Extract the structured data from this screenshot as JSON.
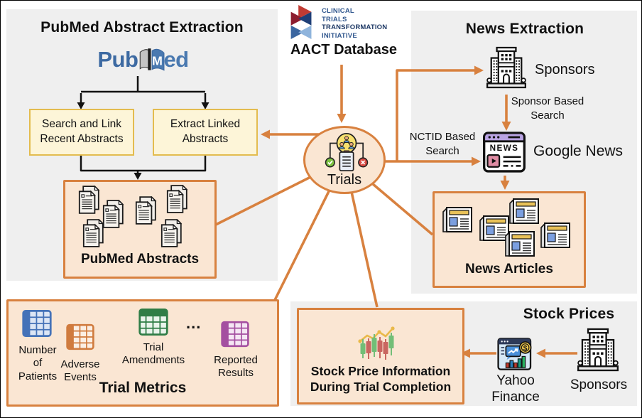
{
  "pubmed_panel": {
    "title": "PubMed Abstract Extraction",
    "logo_part1": "Pub",
    "logo_part2": "M",
    "logo_part3": "ed",
    "search_box_label": "Search and Link Recent Abstracts",
    "extract_box_label": "Extract Linked Abstracts",
    "abstracts_box_label": "PubMed Abstracts"
  },
  "aact": {
    "logo_lines": [
      "CLINICAL",
      "TRIALS",
      "TRANSFORMATION",
      "INITIATIVE"
    ],
    "label": "AACT Database"
  },
  "trials": {
    "label": "Trials"
  },
  "news_panel": {
    "title": "News Extraction",
    "sponsors_label": "Sponsors",
    "sponsor_search_lines": [
      "Sponsor Based",
      "Search"
    ],
    "nctid_search_lines": [
      "NCTID Based",
      "Search"
    ],
    "google_news_label": "Google News",
    "news_icon_text": "NEWS",
    "articles_box_label": "News Articles"
  },
  "metrics_panel": {
    "title": "Trial Metrics",
    "ellipsis": "...",
    "items": [
      {
        "name": "number-of-patients",
        "color": "#4472B8",
        "lines": [
          "Number",
          "of",
          "Patients"
        ]
      },
      {
        "name": "adverse-events",
        "color": "#D07B3E",
        "lines": [
          "Adverse",
          "Events"
        ]
      },
      {
        "name": "trial-amendments",
        "color": "#2F7D46",
        "lines": [
          "Trial",
          "Amendments"
        ]
      },
      {
        "name": "reported-results",
        "color": "#A44FA0",
        "lines": [
          "Reported",
          "Results"
        ]
      }
    ]
  },
  "stock_panel": {
    "title": "Stock Prices",
    "box_lines": [
      "Stock Price Information",
      "During Trial Completion"
    ],
    "yahoo_lines": [
      "Yahoo",
      "Finance"
    ],
    "sponsors_label": "Sponsors",
    "coin_symbol": "$"
  },
  "colors": {
    "accent_orange": "#D8813F",
    "panel_gray": "#EFEFEF",
    "box_peach": "#FAE6D3",
    "yellow_fill": "#FDF5D8",
    "yellow_border": "#E3BC4F",
    "ctti_blue": "#33598F",
    "pubmed_blue": "#4A79B0",
    "candle_green": "#72BE77",
    "candle_red": "#C96660"
  }
}
